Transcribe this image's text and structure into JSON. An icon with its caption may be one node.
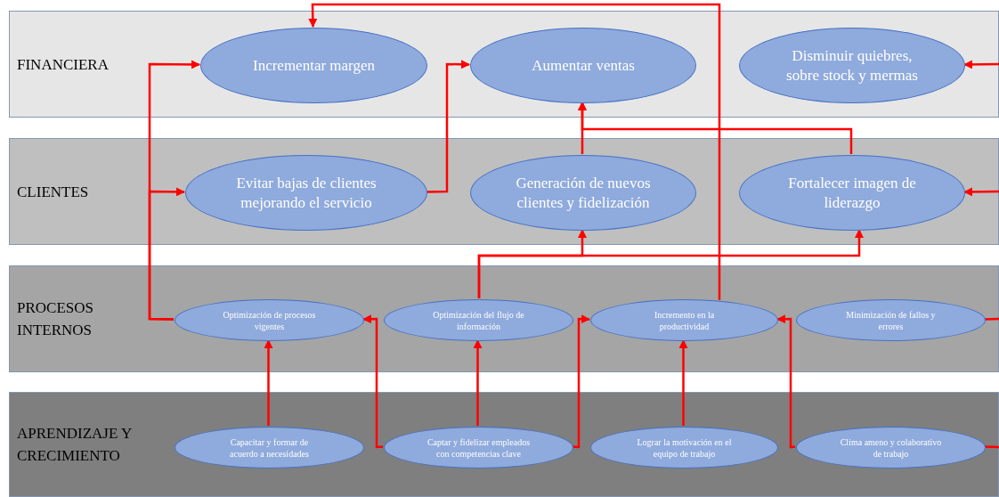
{
  "diagram": {
    "nodes": [
      {
        "text": [
          "FINANCIERA"
        ]
      },
      {
        "text": [
          "Incrementar margen"
        ],
        "in": 0
      },
      {
        "text": [
          "Aumentar ventas"
        ],
        "in": 0
      },
      {
        "text": [
          "Disminuir quiebres, sobre stock y mermas"
        ],
        "in": 0
      },
      {
        "text": [
          "CLIENTES"
        ]
      },
      {
        "text": [
          "Evitar bajas de clientes mejorando el servicio"
        ],
        "in": 4
      },
      {
        "text": [
          "Generación de nuevos clientes y fidelización"
        ],
        "in": 4
      },
      {
        "text": [
          "Fortalecer imagen de liderazgo"
        ],
        "in": 4
      },
      {
        "text": [
          "PROCESOS INTERNOS"
        ]
      },
      {
        "text": [
          "Optimización de procesos vigentes"
        ],
        "in": 8
      },
      {
        "text": [
          "Optimización del flujo de información"
        ],
        "in": 8
      },
      {
        "text": [
          "Incremento en la productividad"
        ],
        "in": 8
      },
      {
        "text": [
          "Minimización de fallos y errores"
        ],
        "in": 8
      },
      {
        "text": [
          "APRENDIZAJE Y CRECIMIENTO"
        ]
      },
      {
        "text": [
          "Capacitar y formar de acuerdo a necesidades"
        ],
        "in": 13
      },
      {
        "text": [
          "Captar y fidelizar empleados con competencias clave"
        ],
        "in": 13
      },
      {
        "text": [
          "Lograr la motivación en el equipo de trabajo"
        ],
        "in": 13
      },
      {
        "text": [
          "Clima ameno y colaborativo de trabajo"
        ],
        "in": 13
      }
    ],
    "edges": [
      {
        "from": 9,
        "to": 1,
        "arrow": "to"
      },
      {
        "from": 9,
        "to": 5,
        "arrow": "to"
      },
      {
        "from": 5,
        "to": 2,
        "arrow": "to"
      },
      {
        "from": 6,
        "to": 2,
        "arrow": "to"
      },
      {
        "from": 7,
        "to": 2,
        "arrow": "to"
      },
      {
        "from": null,
        "to": 3,
        "arrow": "to"
      },
      {
        "from": null,
        "to": 7,
        "arrow": "to"
      },
      {
        "from": 10,
        "to": 6,
        "arrow": "to"
      },
      {
        "from": 10,
        "to": 7,
        "arrow": "to"
      },
      {
        "from": 11,
        "to": 1,
        "arrow": "to"
      },
      {
        "from": 12,
        "to": null,
        "arrow": "none"
      },
      {
        "from": 14,
        "to": 9,
        "arrow": "to"
      },
      {
        "from": 15,
        "to": 9,
        "arrow": "to"
      },
      {
        "from": 15,
        "to": 10,
        "arrow": "to"
      },
      {
        "from": 15,
        "to": 11,
        "arrow": "to"
      },
      {
        "from": 16,
        "to": 11,
        "arrow": "to"
      },
      {
        "from": 17,
        "to": 11,
        "arrow": "to"
      },
      {
        "from": 17,
        "to": null,
        "arrow": "none"
      }
    ]
  }
}
